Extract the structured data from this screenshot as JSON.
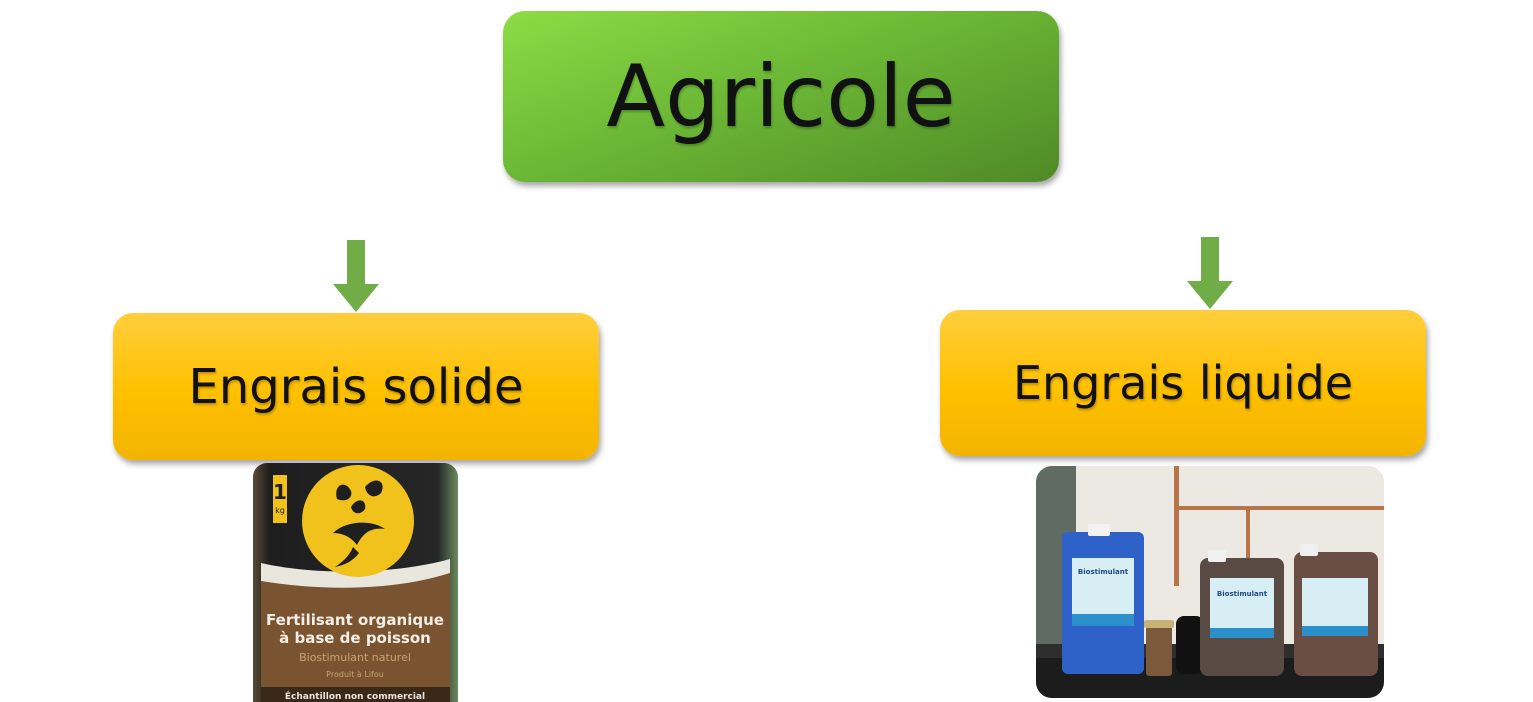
{
  "diagram": {
    "root": {
      "label": "Agricole"
    },
    "children": [
      {
        "label": "Engrais solide"
      },
      {
        "label": "Engrais liquide"
      }
    ]
  },
  "product_label": {
    "size": "1",
    "unit": "kg",
    "title_line1": "Fertilisant organique",
    "title_line2": "à base de poisson",
    "subtitle": "Biostimulant naturel",
    "origin": "Produit à Lifou",
    "footer": "Échantillon non commercial"
  },
  "jug_label": "Biostimulant",
  "colors": {
    "root_green": "#6cb836",
    "child_yellow": "#ffc000",
    "arrow_green": "#70ad47"
  }
}
